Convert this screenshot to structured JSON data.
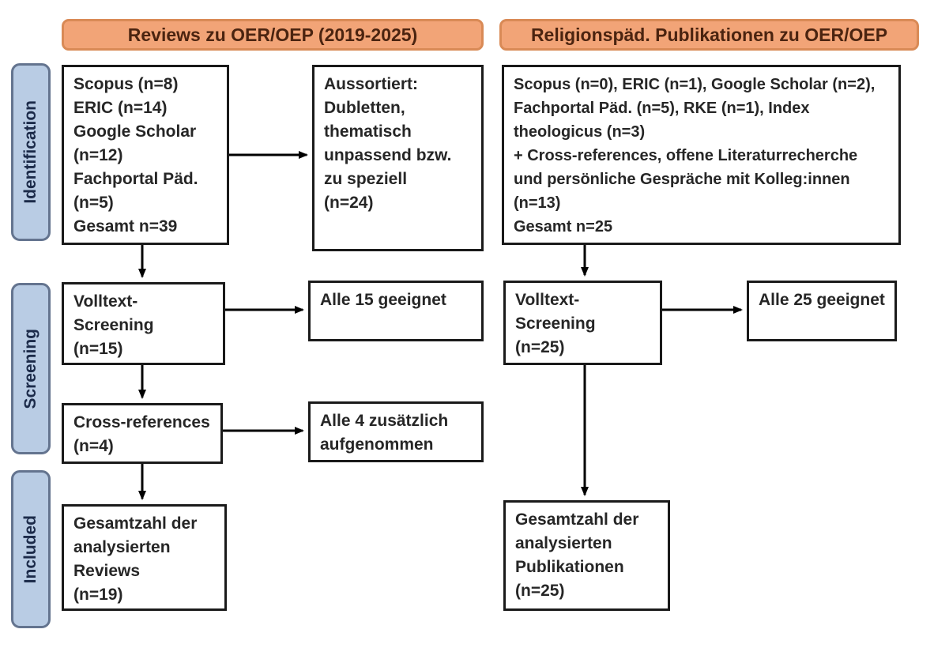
{
  "headers": {
    "left": "Reviews zu OER/OEP (2019-2025)",
    "right": "Religionspäd. Publikationen zu OER/OEP"
  },
  "sidebar": {
    "identification": "Identification",
    "screening": "Screening",
    "included": "Included"
  },
  "left_column": {
    "sources": "Scopus (n=8)\nERIC (n=14)\nGoogle Scholar\n(n=12)\nFachportal Päd.\n(n=5)\nGesamt n=39",
    "excluded": "Aussortiert:\nDubletten,\nthematisch\nunpassend bzw.\nzu speziell\n(n=24)",
    "fulltext_screening": "Volltext-\nScreening\n(n=15)",
    "eligible": "Alle 15 geeignet",
    "cross_references": "Cross-references\n(n=4)",
    "added": "Alle 4 zusätzlich\naufgenommen",
    "total": "Gesamtzahl der\nanalysierten\nReviews\n(n=19)"
  },
  "right_column": {
    "sources": "Scopus (n=0), ERIC (n=1), Google Scholar (n=2),\nFachportal Päd. (n=5), RKE (n=1), Index\ntheologicus (n=3)\n+ Cross-references, offene Literaturrecherche\nund persönliche Gespräche mit Kolleg:innen\n(n=13)\nGesamt n=25",
    "fulltext_screening": "Volltext-\nScreening\n(n=25)",
    "eligible": "Alle 25 geeignet",
    "total": "Gesamtzahl der\nanalysierten\nPublikationen\n(n=25)"
  },
  "colors": {
    "header_fill": "#f2a477",
    "header_border": "#d98a56",
    "header_text": "#4b2410",
    "sidebar_fill": "#b9cce4",
    "sidebar_border": "#64748f",
    "sidebar_text": "#1c2b4a",
    "node_border": "#1a1a1a",
    "node_text": "#262626",
    "arrow": "#000000"
  }
}
